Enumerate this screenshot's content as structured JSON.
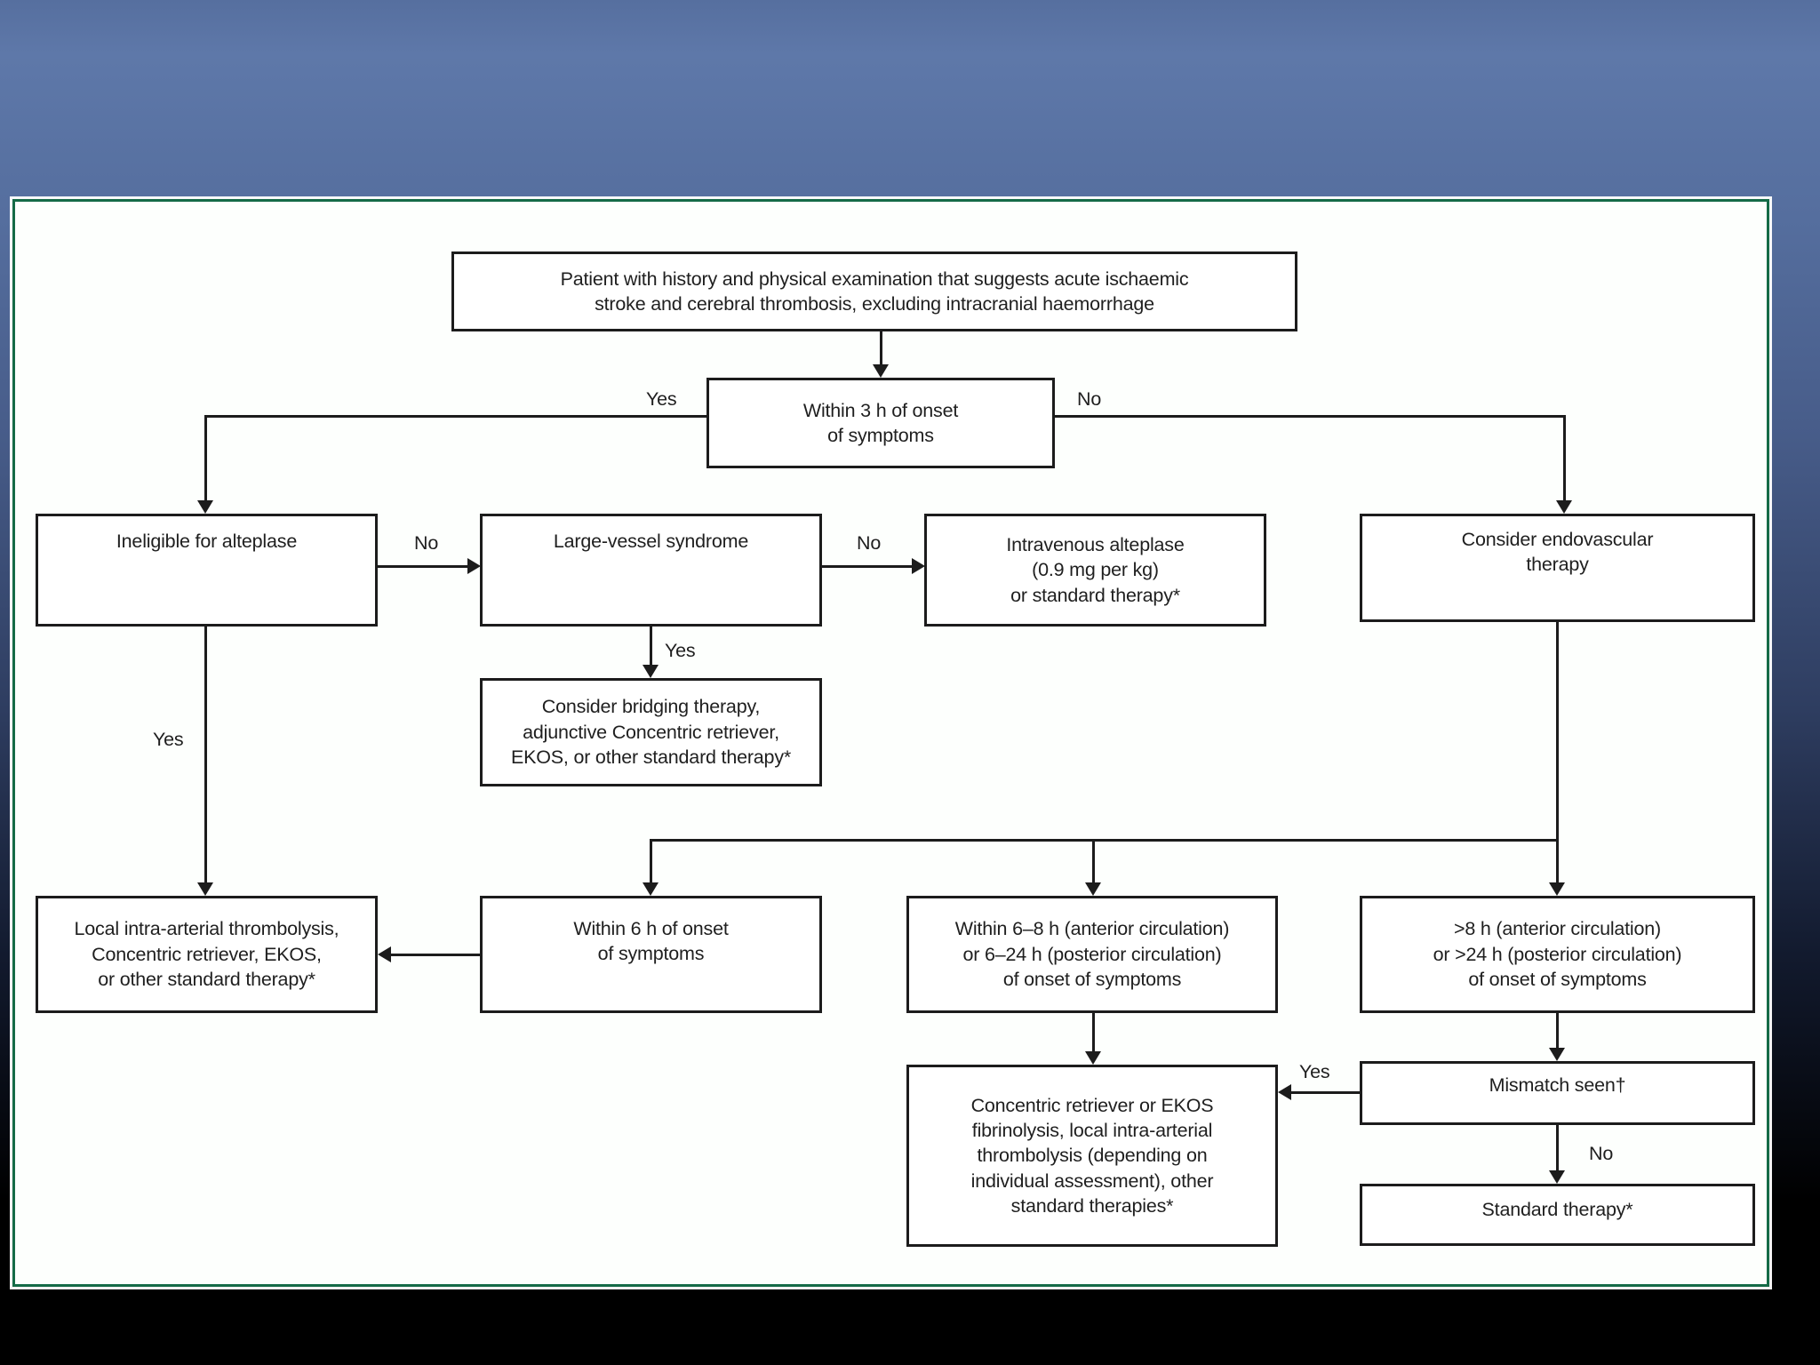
{
  "background": {
    "top_color": "#5e78a9",
    "bottom_color": "#000000",
    "panel_bg": "#fdfffd",
    "panel_border_color": "#156b47",
    "box_border_color": "#1c1c1c"
  },
  "nodes": {
    "patient": "Patient with history and physical examination that suggests acute ischaemic\nstroke and cerebral thrombosis, excluding intracranial haemorrhage",
    "within_3h": "Within 3 h of onset\nof symptoms",
    "ineligible_alteplase": "Ineligible for alteplase",
    "large_vessel": "Large-vessel syndrome",
    "iv_alteplase": "Intravenous alteplase\n(0.9 mg per kg)\nor standard therapy*",
    "endovascular": "Consider endovascular\ntherapy",
    "bridging": "Consider bridging therapy,\nadjunctive Concentric retriever,\nEKOS, or other standard therapy*",
    "local_ia": "Local intra-arterial thrombolysis,\nConcentric retriever, EKOS,\nor other standard therapy*",
    "within_6h": "Within 6 h of onset\nof symptoms",
    "within_6_8h": "Within 6–8 h (anterior circulation)\nor 6–24 h (posterior circulation)\nof onset of symptoms",
    "gt_8h": ">8 h (anterior circulation)\nor >24 h (posterior circulation)\nof onset of symptoms",
    "concentric_ekos": "Concentric retriever or EKOS\nfibrinolysis, local intra-arterial\nthrombolysis (depending on\nindividual assessment), other\nstandard therapies*",
    "mismatch": "Mismatch seen†",
    "standard_therapy": "Standard therapy*"
  },
  "edge_labels": {
    "within3h_yes": "Yes",
    "within3h_no": "No",
    "ineligible_no": "No",
    "ineligible_yes": "Yes",
    "large_vessel_no": "No",
    "large_vessel_yes": "Yes",
    "mismatch_yes": "Yes",
    "mismatch_no": "No"
  }
}
